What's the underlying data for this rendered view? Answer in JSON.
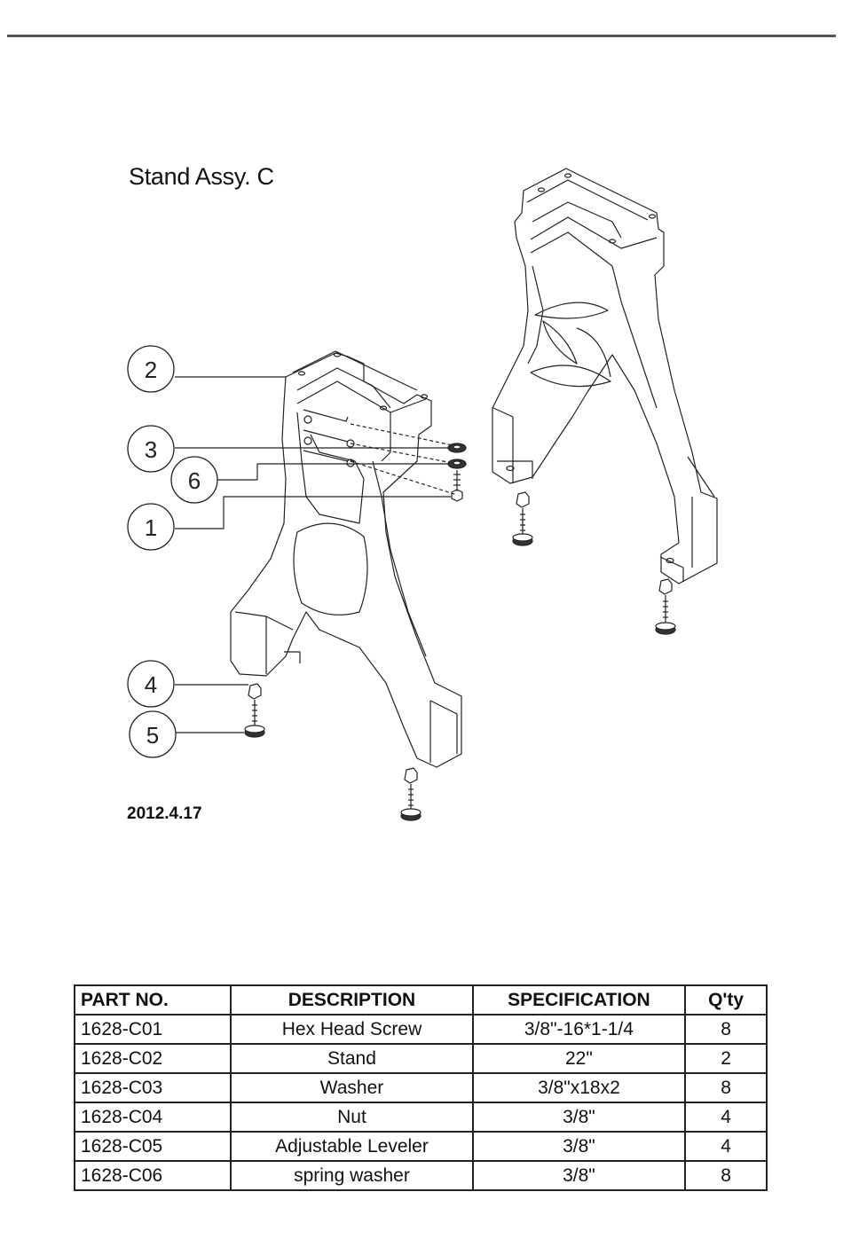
{
  "title": "Stand Assy. C",
  "date": "2012.4.17",
  "callouts": [
    "2",
    "3",
    "6",
    "1",
    "4",
    "5"
  ],
  "table": {
    "headers": [
      "PART NO.",
      "DESCRIPTION",
      "SPECIFICATION",
      "Q'ty"
    ],
    "rows": [
      [
        "1628-C01",
        "Hex Head Screw",
        "3/8\"-16*1-1/4",
        "8"
      ],
      [
        "1628-C02",
        "Stand",
        "22\"",
        "2"
      ],
      [
        "1628-C03",
        "Washer",
        "3/8\"x18x2",
        "8"
      ],
      [
        "1628-C04",
        "Nut",
        "3/8\"",
        "4"
      ],
      [
        "1628-C05",
        "Adjustable Leveler",
        "3/8\"",
        "4"
      ],
      [
        "1628-C06",
        "spring washer",
        "3/8\"",
        "8"
      ]
    ]
  }
}
